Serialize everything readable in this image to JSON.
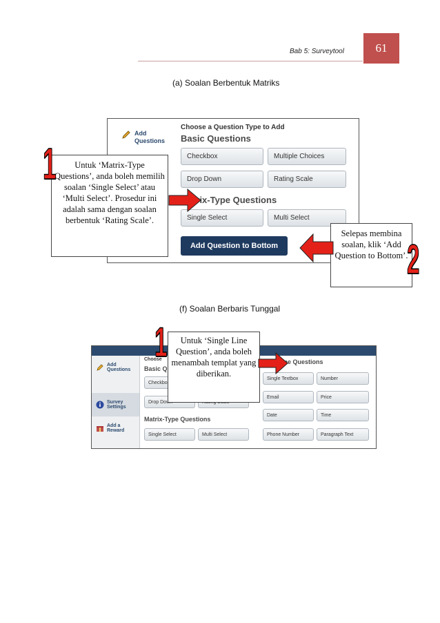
{
  "header": {
    "chapter": "Bab 5: Surveytool",
    "page_number": "61"
  },
  "section_a": {
    "caption": "(a) Soalan Berbentuk Matriks",
    "sidebar_label": "Add Questions",
    "choose_label": "Choose a Question Type to Add",
    "basic_heading": "Basic Questions",
    "basic_buttons": [
      "Checkbox",
      "Multiple Choices",
      "Drop Down",
      "Rating Scale"
    ],
    "matrix_heading": "Matrix-Type Questions",
    "matrix_buttons": [
      "Single Select",
      "Multi Select"
    ],
    "cta": "Add Question to Bottom",
    "note_left": "Untuk ‘Matrix-Type Questions’, anda boleh memilih soalan ‘Single Select’ atau ‘Multi Select’. Prosedur ini adalah sama dengan soalan berbentuk ‘Rating Scale’.",
    "note_right": "Selepas membina soalan, klik ‘Add Question to Bottom’.",
    "num_left": "1",
    "num_right": "2"
  },
  "section_f": {
    "caption": "(f) Soalan Berbaris Tunggal",
    "sidebar_items": [
      "Add Questions",
      "Survey Settings",
      "Add a Reward"
    ],
    "choose_label": "Choose",
    "basic_heading": "Basic Q",
    "basic_buttons": [
      "Checkbox",
      "Drop Down",
      "Rating Scale"
    ],
    "matrix_heading": "Matrix-Type Questions",
    "matrix_buttons": [
      "Single Select",
      "Multi Select"
    ],
    "line_heading": "ine Questions",
    "line_buttons": [
      "Single Textbox",
      "Number",
      "Email",
      "Price",
      "Date",
      "Time",
      "Phone Number",
      "Paragraph Text"
    ],
    "note": "Untuk ‘Single Line Question’, anda boleh menambah templat yang diberikan.",
    "num": "1"
  }
}
